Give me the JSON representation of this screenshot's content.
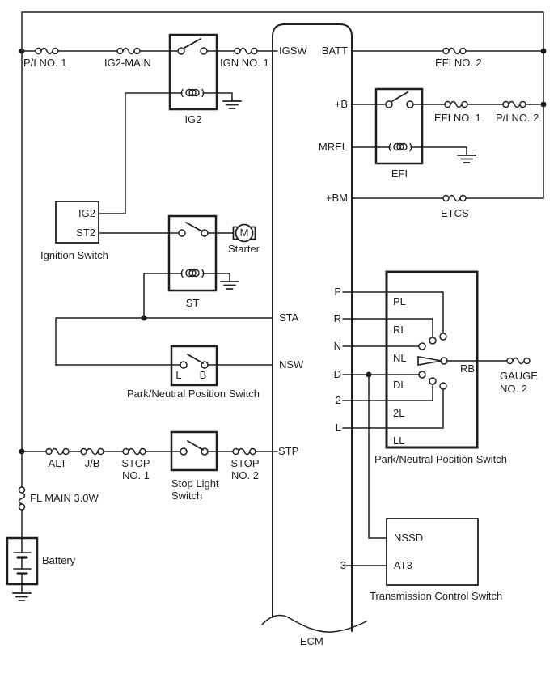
{
  "colors": {
    "line": "#1f1f1f",
    "background": "#ffffff"
  },
  "ecm": {
    "label": "ECM",
    "left_terminals": {
      "igsw": "IGSW",
      "sta": "STA",
      "nsw": "NSW",
      "stp": "STP"
    },
    "right_terminals": {
      "batt": "BATT",
      "plus_b": "+B",
      "mrel": "MREL",
      "plus_bm": "+BM",
      "p": "P",
      "r": "R",
      "n": "N",
      "d": "D",
      "two": "2",
      "l": "L",
      "three": "3"
    }
  },
  "fuses": {
    "pi_no1": "P/I NO. 1",
    "ig2_main": "IG2-MAIN",
    "ign_no1": "IGN NO. 1",
    "efi_no2": "EFI NO. 2",
    "efi_no1": "EFI NO. 1",
    "pi_no2": "P/I NO. 2",
    "etcs": "ETCS",
    "alt": "ALT",
    "jb": "J/B",
    "stop_no1_line1": "STOP",
    "stop_no1_line2": "NO. 1",
    "stop_no2_line1": "STOP",
    "stop_no2_line2": "NO. 2",
    "gauge_line1": "GAUGE",
    "gauge_line2": "NO. 2",
    "fl_main": "FL MAIN 3.0W"
  },
  "relays": {
    "ig2": "IG2",
    "efi": "EFI",
    "st": "ST"
  },
  "ignition_switch": {
    "label": "Ignition Switch",
    "terminal_ig2": "IG2",
    "terminal_st2": "ST2"
  },
  "starter": {
    "label": "Starter",
    "motor": "M"
  },
  "nsw_switch": {
    "label": "Park/Neutral Position Switch",
    "terminal_l": "L",
    "terminal_b": "B"
  },
  "stop_light_switch": {
    "line1": "Stop Light",
    "line2": "Switch"
  },
  "battery": {
    "label": "Battery"
  },
  "pnp_switch": {
    "label": "Park/Neutral Position Switch",
    "row_pl": "PL",
    "row_rl": "RL",
    "row_nl": "NL",
    "row_dl": "DL",
    "row_2l": "2L",
    "row_ll": "LL",
    "rb": "RB"
  },
  "tcs": {
    "label": "Transmission Control Switch",
    "terminal_nssd": "NSSD",
    "terminal_at3": "AT3"
  }
}
